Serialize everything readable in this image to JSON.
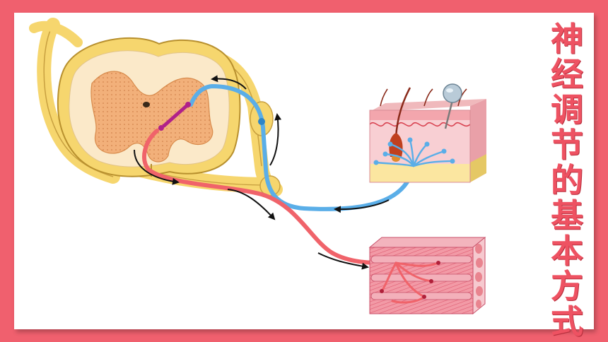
{
  "slide": {
    "title_chars": [
      "神",
      "经",
      "调",
      "节",
      "的",
      "基",
      "本",
      "方",
      "式"
    ]
  },
  "colors": {
    "frame": "#f0606e",
    "title": "#ee5262",
    "afferent_nerve": "#5aaee8",
    "efferent_nerve": "#f0636a",
    "interneuron": "#b0208a",
    "spinal_cord_outer": "#f6d66e",
    "spinal_cord_gray": "#f2b07a"
  },
  "icons": [
    "spinal-cord",
    "skin-receptor",
    "pushpin",
    "muscle-effector",
    "arrow"
  ]
}
